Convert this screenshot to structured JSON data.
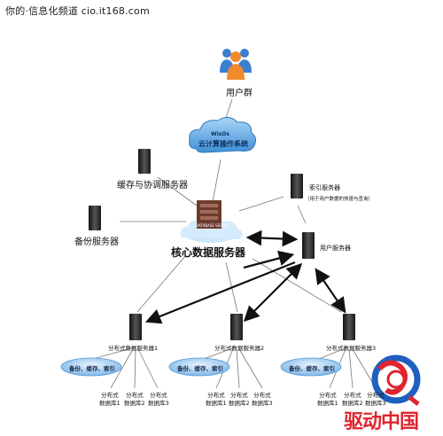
{
  "watermark": "你的·信息化频道 cio.it168.com",
  "nodes": {
    "user_group": "用户群",
    "cloud_brand": "WisOs",
    "cloud_os": "云计算操作系统",
    "cache_server": "缓存与协调服务器",
    "backup_server": "备份服务器",
    "core_server": "核心数据服务器",
    "core_badge": "DATABASE SERVER",
    "index_server": "索引服务器",
    "index_note": "（用于用户数据的快速与查询）",
    "user_server": "用户服务器",
    "dist_servers": [
      {
        "name": "分布式数据服务器1",
        "ops": "备份、缓存、索引",
        "leaves": [
          "分布式\n数据库1",
          "分布式\n数据库2",
          "分布式\n数据库3"
        ]
      },
      {
        "name": "分布式数据服务器2",
        "ops": "备份、缓存、索引",
        "leaves": [
          "分布式\n数据库1",
          "分布式\n数据库2",
          "分布式\n数据库3"
        ]
      },
      {
        "name": "分布式数据服务器3",
        "ops": "备份、缓存、索引",
        "leaves": [
          "分布式\n数据库1",
          "分布式\n数据库2",
          "分布式\n数据库3"
        ]
      }
    ]
  },
  "logo_text": "驱动中国",
  "colors": {
    "cloud": "#5aa7e6",
    "server": "#2b2b2b",
    "ellipse": "#8fc3ee",
    "logo_red": "#e0242f",
    "logo_blue": "#1f5fbf"
  }
}
